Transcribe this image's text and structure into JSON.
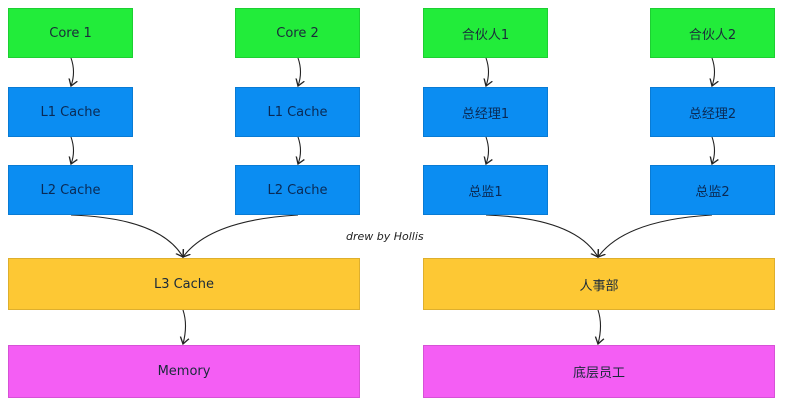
{
  "left": {
    "cores": [
      "Core 1",
      "Core 2"
    ],
    "l1": [
      "L1 Cache",
      "L1 Cache"
    ],
    "l2": [
      "L2 Cache",
      "L2 Cache"
    ],
    "shared": "L3 Cache",
    "bottom": "Memory"
  },
  "right": {
    "cores": [
      "合伙人1",
      "合伙人2"
    ],
    "l1": [
      "总经理1",
      "总经理2"
    ],
    "l2": [
      "总监1",
      "总监2"
    ],
    "shared": "人事部",
    "bottom": "底层员工"
  },
  "signature": "drew by Hollis",
  "colors": {
    "green": "#22ec3a",
    "blue": "#0b8df2",
    "yellow": "#fdc834",
    "magenta": "#f45ef4"
  }
}
